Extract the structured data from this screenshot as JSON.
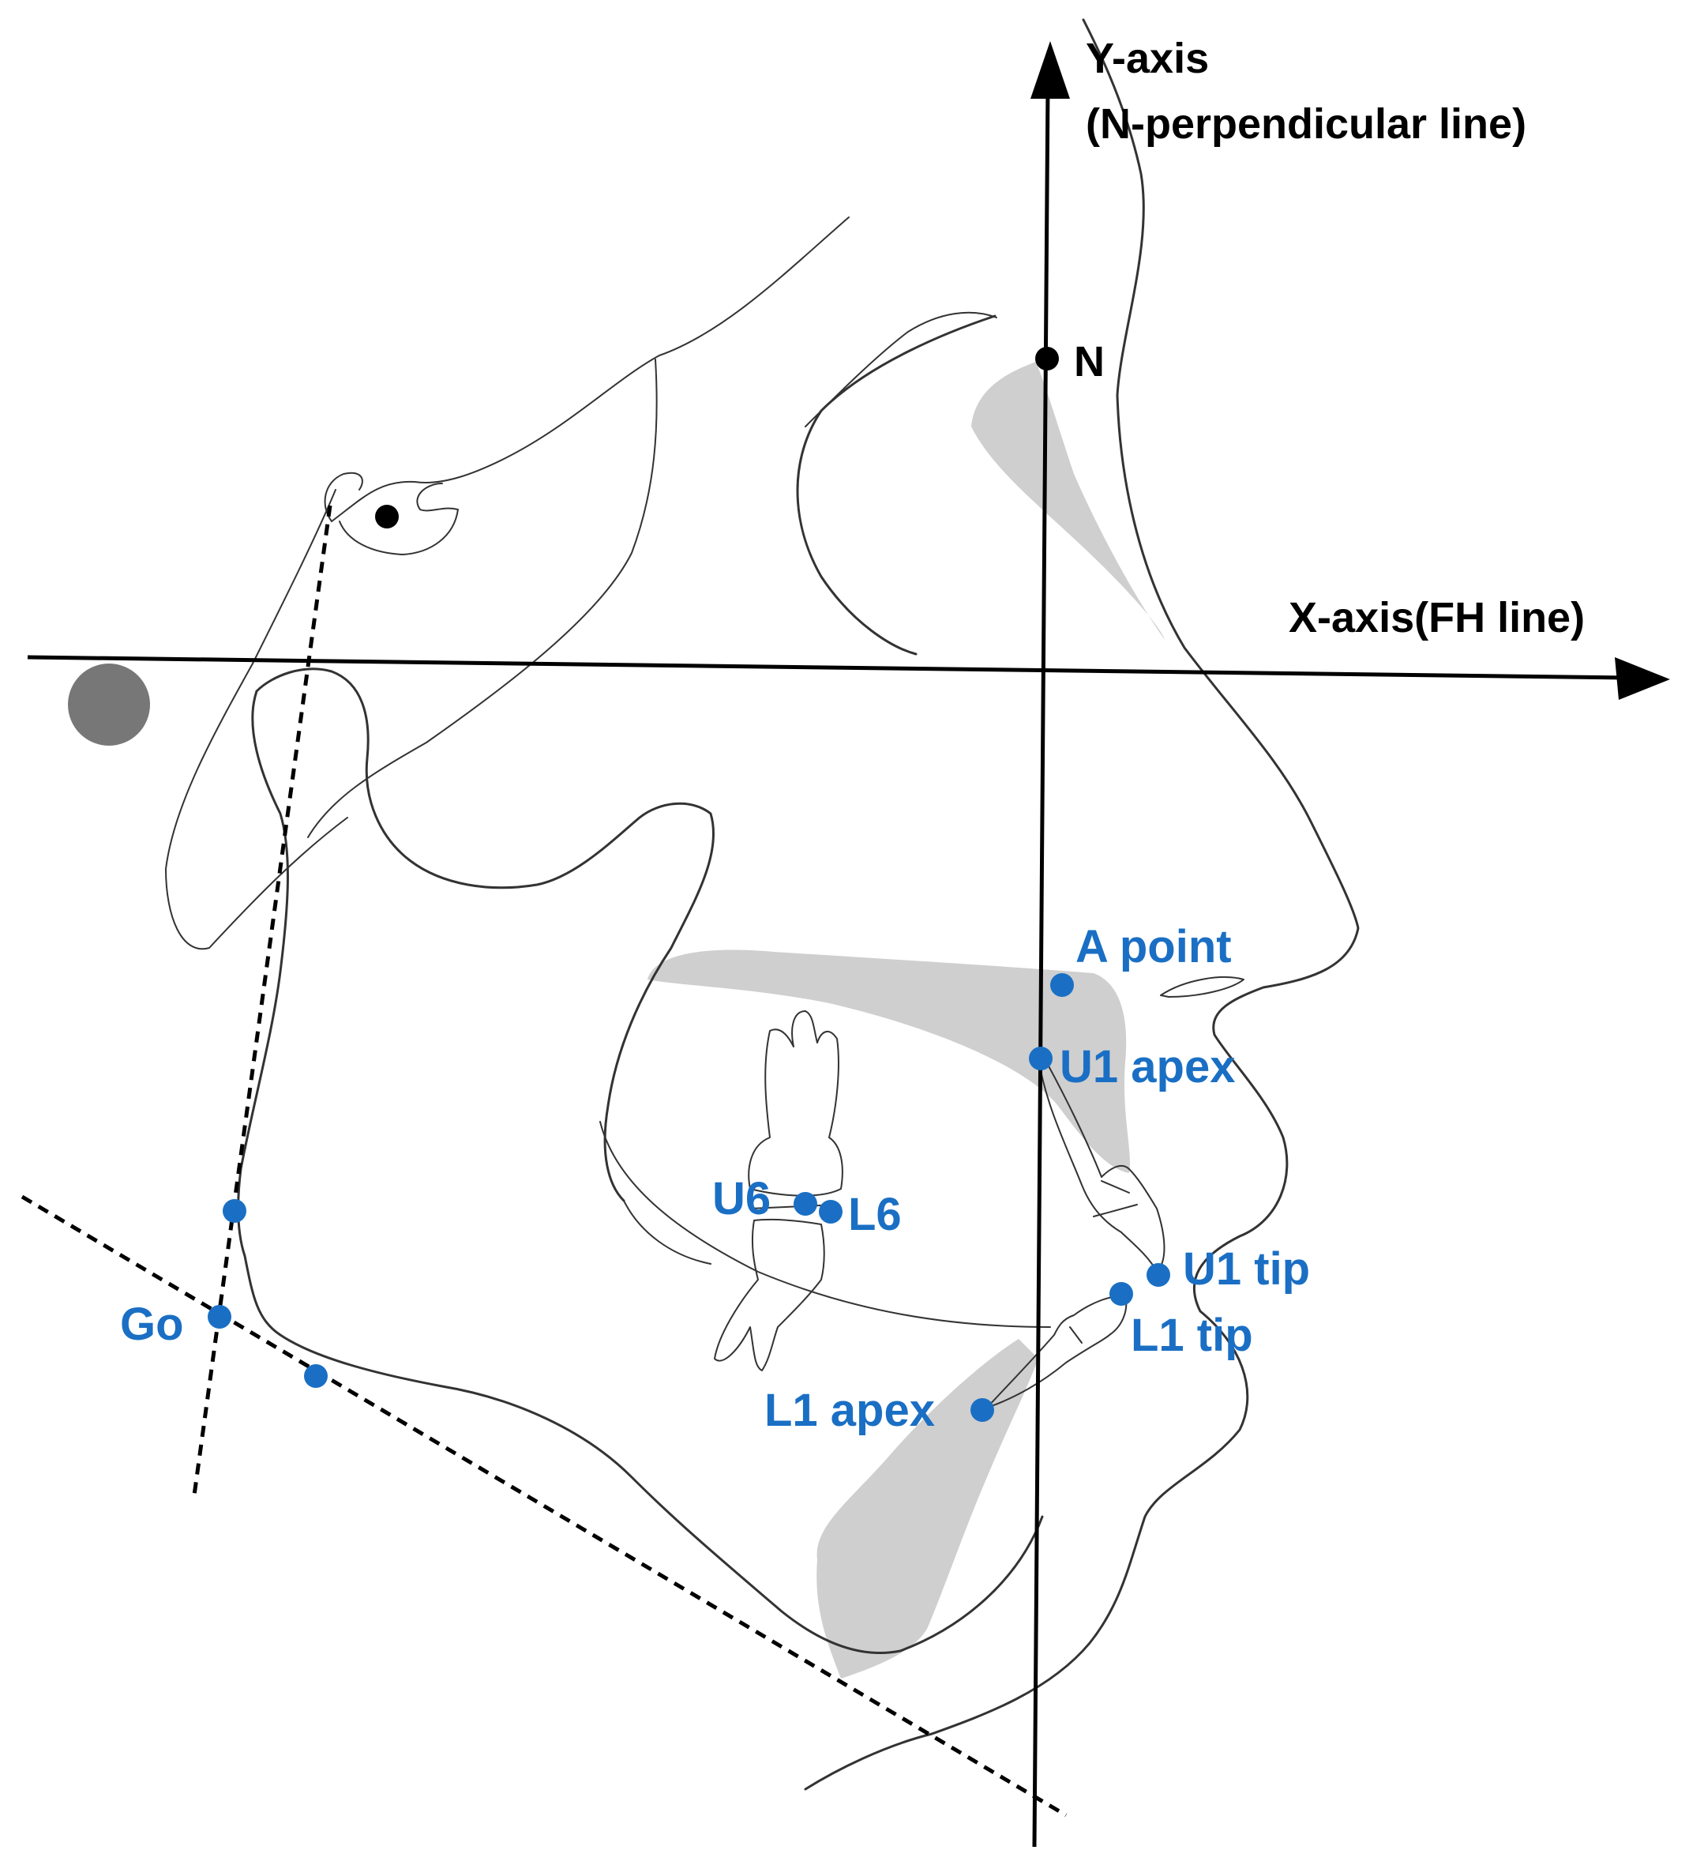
{
  "axes": {
    "y_label_line1": "Y-axis",
    "y_label_line2": "(N-perpendicular line)",
    "x_label": "X-axis(FH line)"
  },
  "landmarks": {
    "n": "N",
    "a_point": "A point",
    "u1_apex": "U1 apex",
    "u1_tip": "U1 tip",
    "l1_tip": "L1 tip",
    "l1_apex": "L1 apex",
    "u6": "U6",
    "l6": "L6",
    "go": "Go"
  },
  "colors": {
    "landmark": "#1a6fc4",
    "bone_shading": "#cfcfcf",
    "outline": "#333333"
  }
}
